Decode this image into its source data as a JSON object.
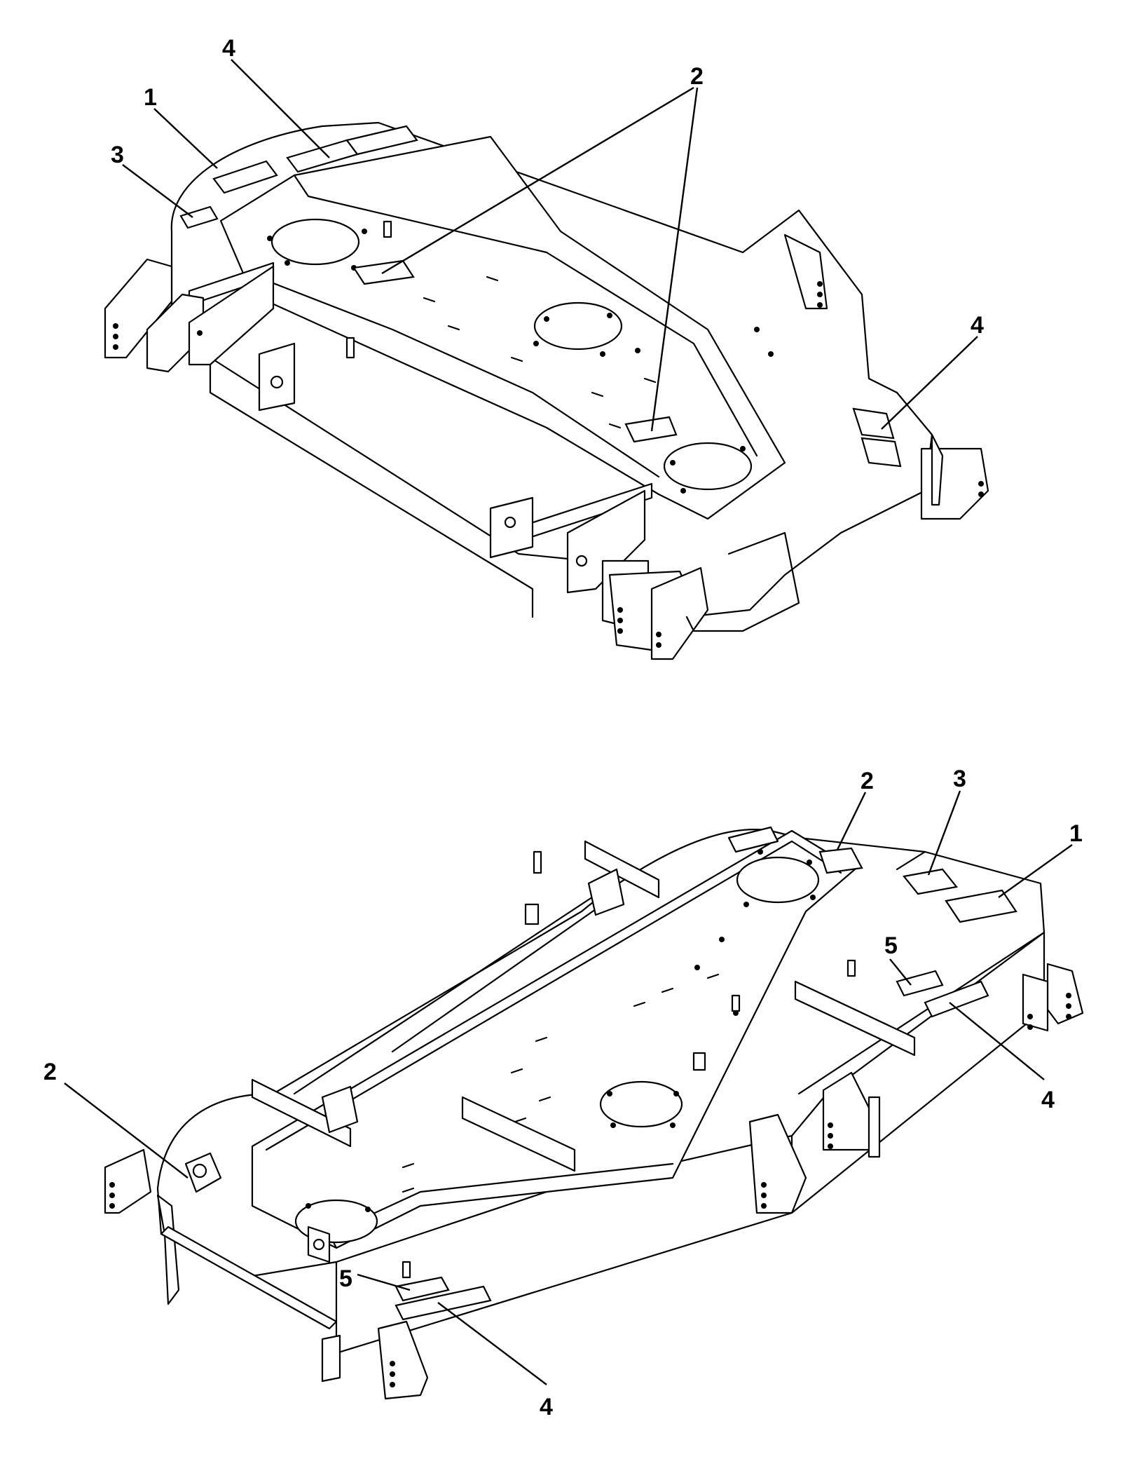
{
  "upper_view": {
    "callouts": [
      {
        "id": "u-4a",
        "label": "4"
      },
      {
        "id": "u-1",
        "label": "1"
      },
      {
        "id": "u-3",
        "label": "3"
      },
      {
        "id": "u-2",
        "label": "2"
      },
      {
        "id": "u-4b",
        "label": "4"
      }
    ]
  },
  "lower_view": {
    "callouts": [
      {
        "id": "l-2a",
        "label": "2"
      },
      {
        "id": "l-3",
        "label": "3"
      },
      {
        "id": "l-1",
        "label": "1"
      },
      {
        "id": "l-5a",
        "label": "5"
      },
      {
        "id": "l-4a",
        "label": "4"
      },
      {
        "id": "l-2b",
        "label": "2"
      },
      {
        "id": "l-5b",
        "label": "5"
      },
      {
        "id": "l-4b",
        "label": "4"
      }
    ]
  }
}
